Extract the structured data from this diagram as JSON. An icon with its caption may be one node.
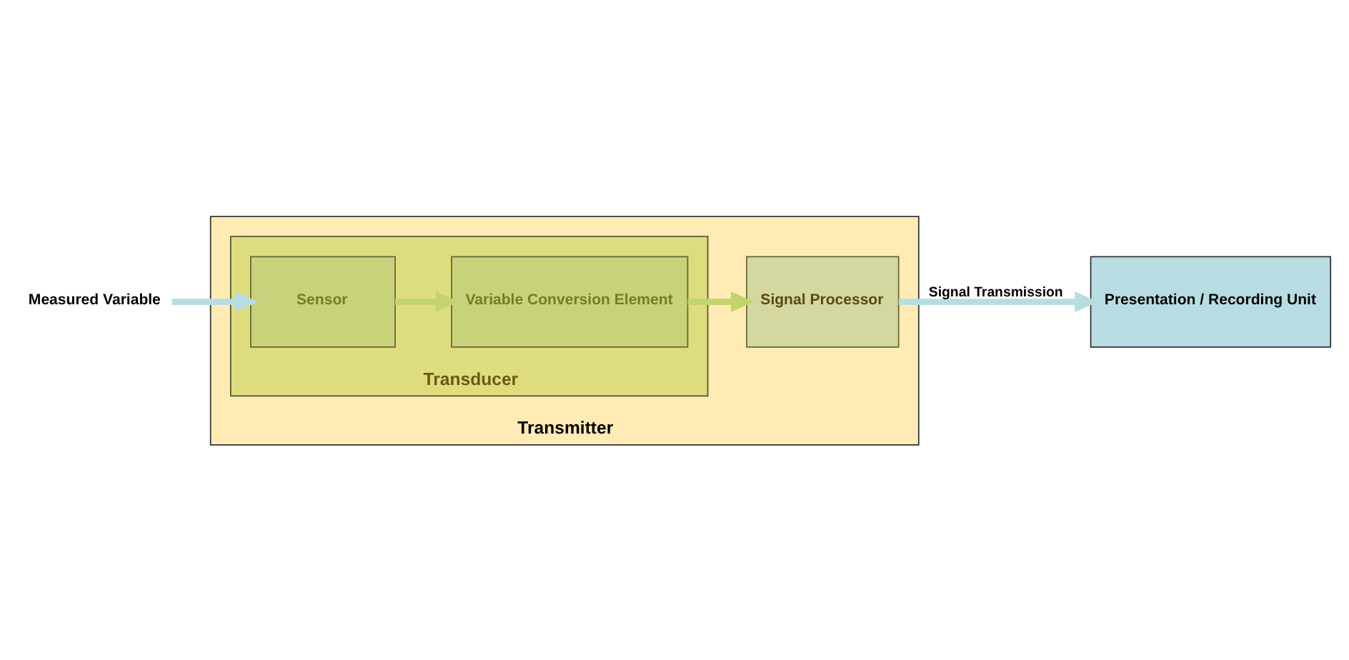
{
  "diagram": {
    "nodes": [
      {
        "text": [
          "Measured Variable"
        ]
      },
      {
        "text": [
          "Transmitter"
        ]
      },
      {
        "text": [
          "Transducer"
        ],
        "in": 1
      },
      {
        "text": [
          "Sensor"
        ],
        "in": 2
      },
      {
        "text": [
          "Variable Conversion Element"
        ],
        "in": 2
      },
      {
        "text": [
          "Signal Processor"
        ],
        "in": 1
      },
      {
        "text": [
          "Presentation / Recording Unit"
        ]
      }
    ],
    "edges": [
      {
        "from": 0,
        "to": 3,
        "arrow": "to",
        "color": "#b7dde3"
      },
      {
        "from": 3,
        "to": 4,
        "arrow": "to",
        "color": "#c3d36e"
      },
      {
        "from": 4,
        "to": 5,
        "arrow": "to",
        "color": "#c3d36e"
      },
      {
        "from": 5,
        "to": 6,
        "arrow": "to",
        "label": "Signal Transmission",
        "color": "#b7dde3"
      }
    ]
  }
}
